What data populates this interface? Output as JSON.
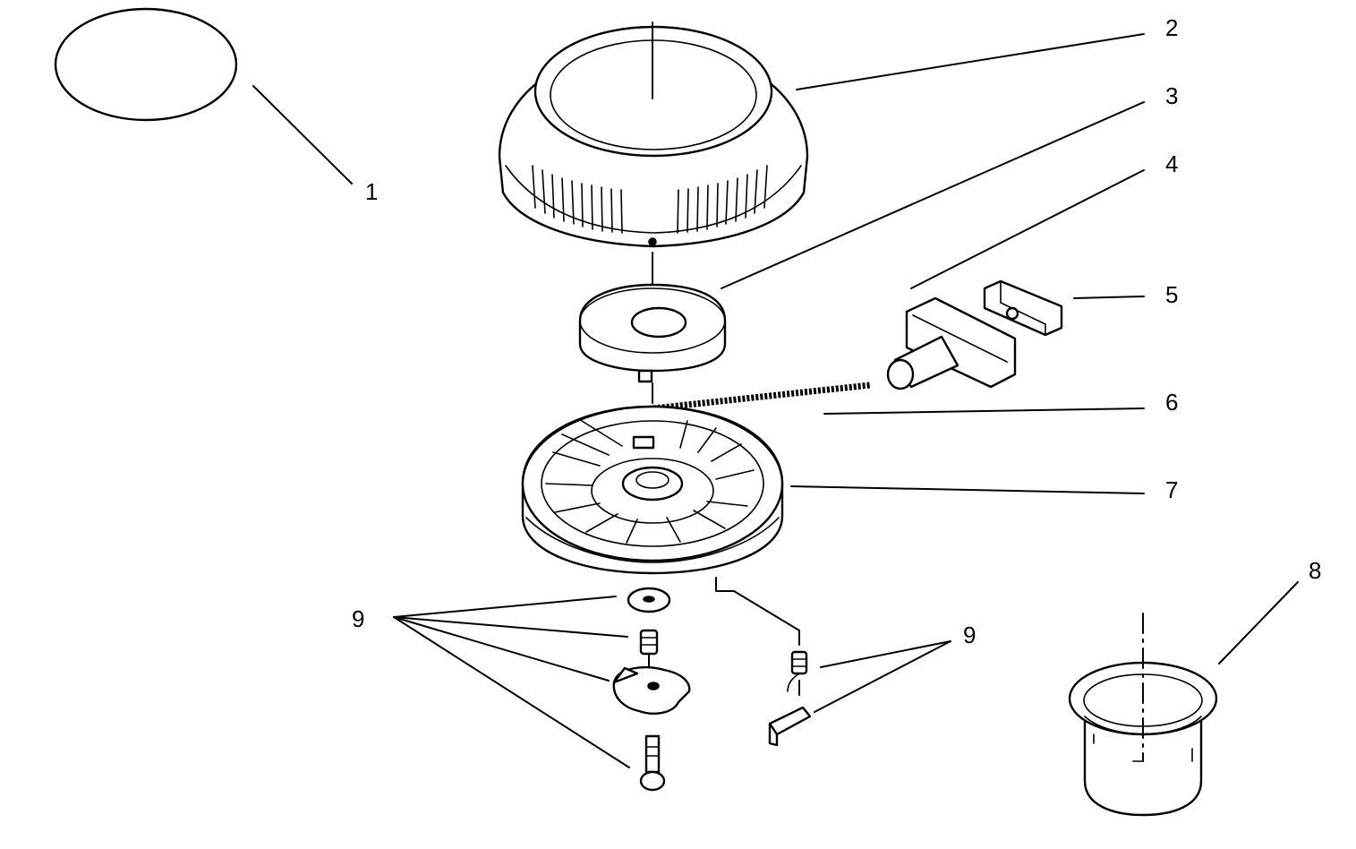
{
  "callouts": {
    "c1": "1",
    "c2": "2",
    "c3": "3",
    "c4": "4",
    "c5": "5",
    "c6": "6",
    "c7": "7",
    "c8": "8",
    "c9_left": "9",
    "c9_right": "9"
  },
  "colors": {
    "ink": "#000000",
    "paper": "#ffffff"
  }
}
